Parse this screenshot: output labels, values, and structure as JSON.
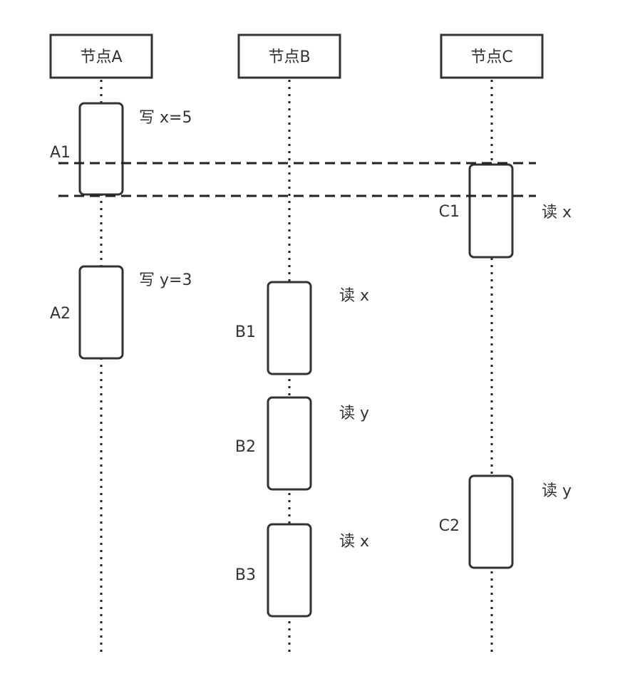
{
  "nodes": [
    {
      "id": "a",
      "label": "节点A"
    },
    {
      "id": "b",
      "label": "节点B"
    },
    {
      "id": "c",
      "label": "节点C"
    }
  ],
  "activations": [
    {
      "id": "a1",
      "node": "a",
      "name": "A1",
      "op": "写 x=5"
    },
    {
      "id": "a2",
      "node": "a",
      "name": "A2",
      "op": "写 y=3"
    },
    {
      "id": "b1",
      "node": "b",
      "name": "B1",
      "op": "读 x"
    },
    {
      "id": "b2",
      "node": "b",
      "name": "B2",
      "op": "读 y"
    },
    {
      "id": "b3",
      "node": "b",
      "name": "B3",
      "op": "读 x"
    },
    {
      "id": "c1",
      "node": "c",
      "name": "C1",
      "op": "读 x"
    },
    {
      "id": "c2",
      "node": "c",
      "name": "C2",
      "op": "读 y"
    }
  ]
}
